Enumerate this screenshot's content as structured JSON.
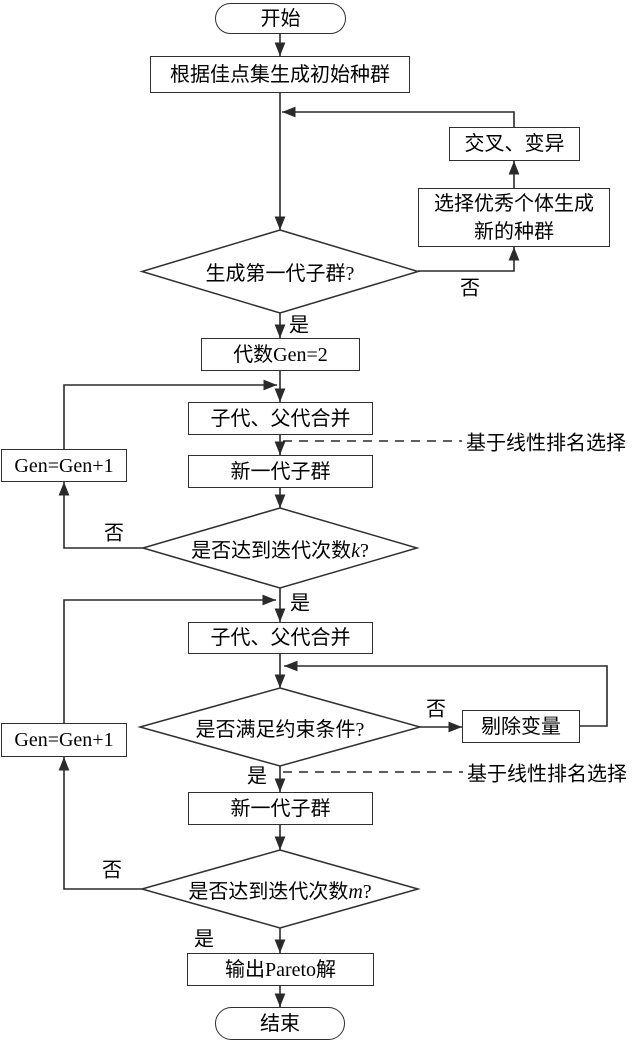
{
  "diagram_type": "flowchart",
  "colors": {
    "background": "#ffffff",
    "line": "#2a2a2a",
    "text": "#000000"
  },
  "edge_labels": {
    "yes": "是",
    "no": "否"
  },
  "annotations": {
    "linear_ranking": "基于线性排名选择"
  },
  "nodes": {
    "start": {
      "label": "开始"
    },
    "init_population": {
      "label": "根据佳点集生成初始种群"
    },
    "crossover_mutation": {
      "label": "交叉、变异"
    },
    "select_individuals": {
      "line1": "选择优秀个体生成",
      "line2": "新的种群"
    },
    "first_generation_decision": {
      "label": "生成第一代子群?"
    },
    "gen_equals_2": {
      "label": "代数Gen=2"
    },
    "merge_1": {
      "label": "子代、父代合并"
    },
    "new_generation_1": {
      "label": "新一代子群"
    },
    "gen_increment_1": {
      "label": "Gen=Gen+1"
    },
    "iteration_k_decision": {
      "prefix": "是否达到迭代次数",
      "variable": "k",
      "suffix": "?"
    },
    "merge_2": {
      "label": "子代、父代合并"
    },
    "constraint_decision": {
      "label": "是否满足约束条件?"
    },
    "remove_variables": {
      "label": "剔除变量"
    },
    "new_generation_2": {
      "label": "新一代子群"
    },
    "gen_increment_2": {
      "label": "Gen=Gen+1"
    },
    "iteration_m_decision": {
      "prefix": "是否达到迭代次数",
      "variable": "m",
      "suffix": "?"
    },
    "output_pareto": {
      "label": "输出Pareto解"
    },
    "end": {
      "label": "结束"
    }
  }
}
